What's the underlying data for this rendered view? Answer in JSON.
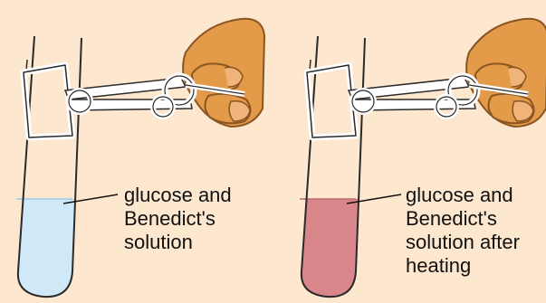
{
  "colors": {
    "background": "#fde7cf",
    "blue_solution": "#cfe9f8",
    "red_solution": "#d9868a",
    "glass_outline": "#2a2a2a",
    "clamp": "#ffffff",
    "skin": "#e39a49",
    "skin_shadow": "#c07a37",
    "nail": "#f0b47a"
  },
  "panels": [
    {
      "id": "before",
      "solution_color": "blue",
      "label_lines": [
        "glucose and",
        "Benedict's",
        "solution"
      ]
    },
    {
      "id": "after",
      "solution_color": "red",
      "label_lines": [
        "glucose and",
        "Benedict's",
        "solution after",
        "heating"
      ]
    }
  ],
  "icons": [
    "test-tube-icon",
    "test-tube-holder-icon",
    "hand-icon"
  ]
}
